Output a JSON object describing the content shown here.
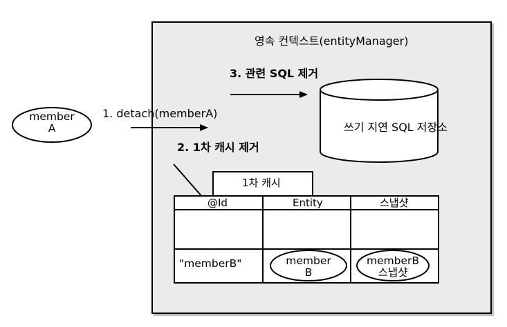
{
  "context": {
    "title": "영속 컨텍스트(entityManager)"
  },
  "member_a": {
    "line1": "member",
    "line2": "A"
  },
  "detach_label": "1. detach(memberA)",
  "step2_label": "2. 1차 캐시 제거",
  "step3_label": "3. 관련 SQL 제거",
  "sql_store": {
    "label": "쓰기 지연 SQL 저장소"
  },
  "first_level_cache": {
    "title": "1차 캐시",
    "columns": [
      "@Id",
      "Entity",
      "스냅샷"
    ],
    "rows": [
      {
        "id": "",
        "entity": [
          "",
          ""
        ],
        "snapshot": [
          "",
          ""
        ]
      },
      {
        "id": "\"memberB\"",
        "entity": [
          "member",
          "B"
        ],
        "snapshot": [
          "memberB",
          "스냅샷"
        ]
      }
    ]
  }
}
